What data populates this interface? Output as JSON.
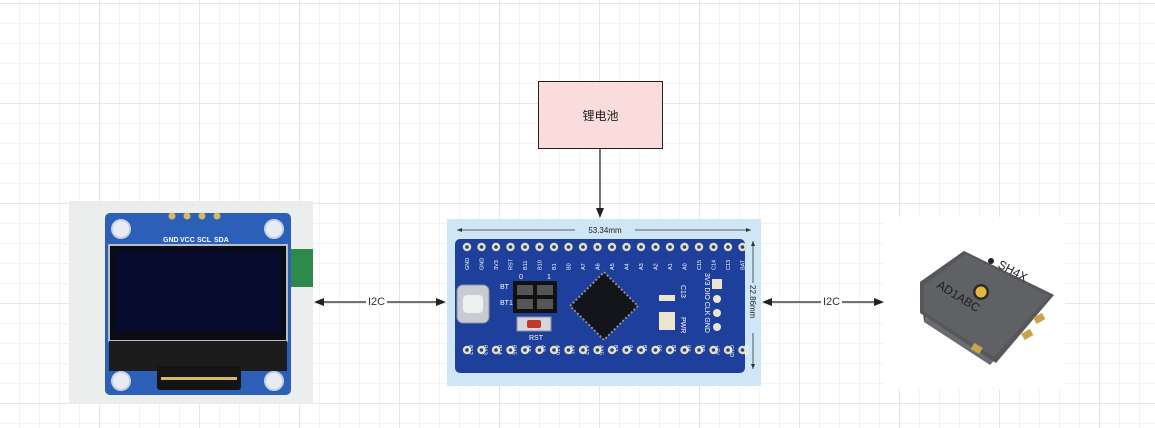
{
  "battery": {
    "label": "锂电池"
  },
  "oled": {
    "pin_labels": [
      "GND",
      "VCC",
      "SCL",
      "SDA"
    ]
  },
  "mcu": {
    "width_dim": "53.34mm",
    "height_dim": "22.86mm",
    "top_pins": [
      "GND",
      "GND",
      "3V3",
      "RST",
      "B11",
      "B10",
      "B1",
      "B0",
      "A7",
      "A6",
      "A5",
      "A4",
      "A3",
      "A2",
      "A1",
      "A0",
      "C15",
      "C14",
      "C13",
      "BAT"
    ],
    "bottom_pins": [
      "B12",
      "B13",
      "B14",
      "B15",
      "A8",
      "A9",
      "A10",
      "A11",
      "A12",
      "A15",
      "B3",
      "B4",
      "B5",
      "B6",
      "B7",
      "B8",
      "B9",
      "+5V",
      "GND",
      "3V3"
    ],
    "silk_bt": "BT",
    "silk_0": "0",
    "silk_1": "1",
    "silk_bt1": "BT1",
    "silk_rst": "RST",
    "silk_c13": "C13",
    "silk_pwr": "PWR",
    "silk_swd": "3V3 DIO CLK GND"
  },
  "sensor": {
    "chip_text": "SH4X",
    "chip_code": "AD1ABC"
  },
  "edges": {
    "oled_mcu_label": "I2C",
    "mcu_sensor_label": "I2C"
  },
  "colors": {
    "battery_fill": "#fadcdc",
    "pcb_blue": "#1f3f9c",
    "oled_board_blue": "#2c5fb8",
    "arrow": "#222222"
  }
}
